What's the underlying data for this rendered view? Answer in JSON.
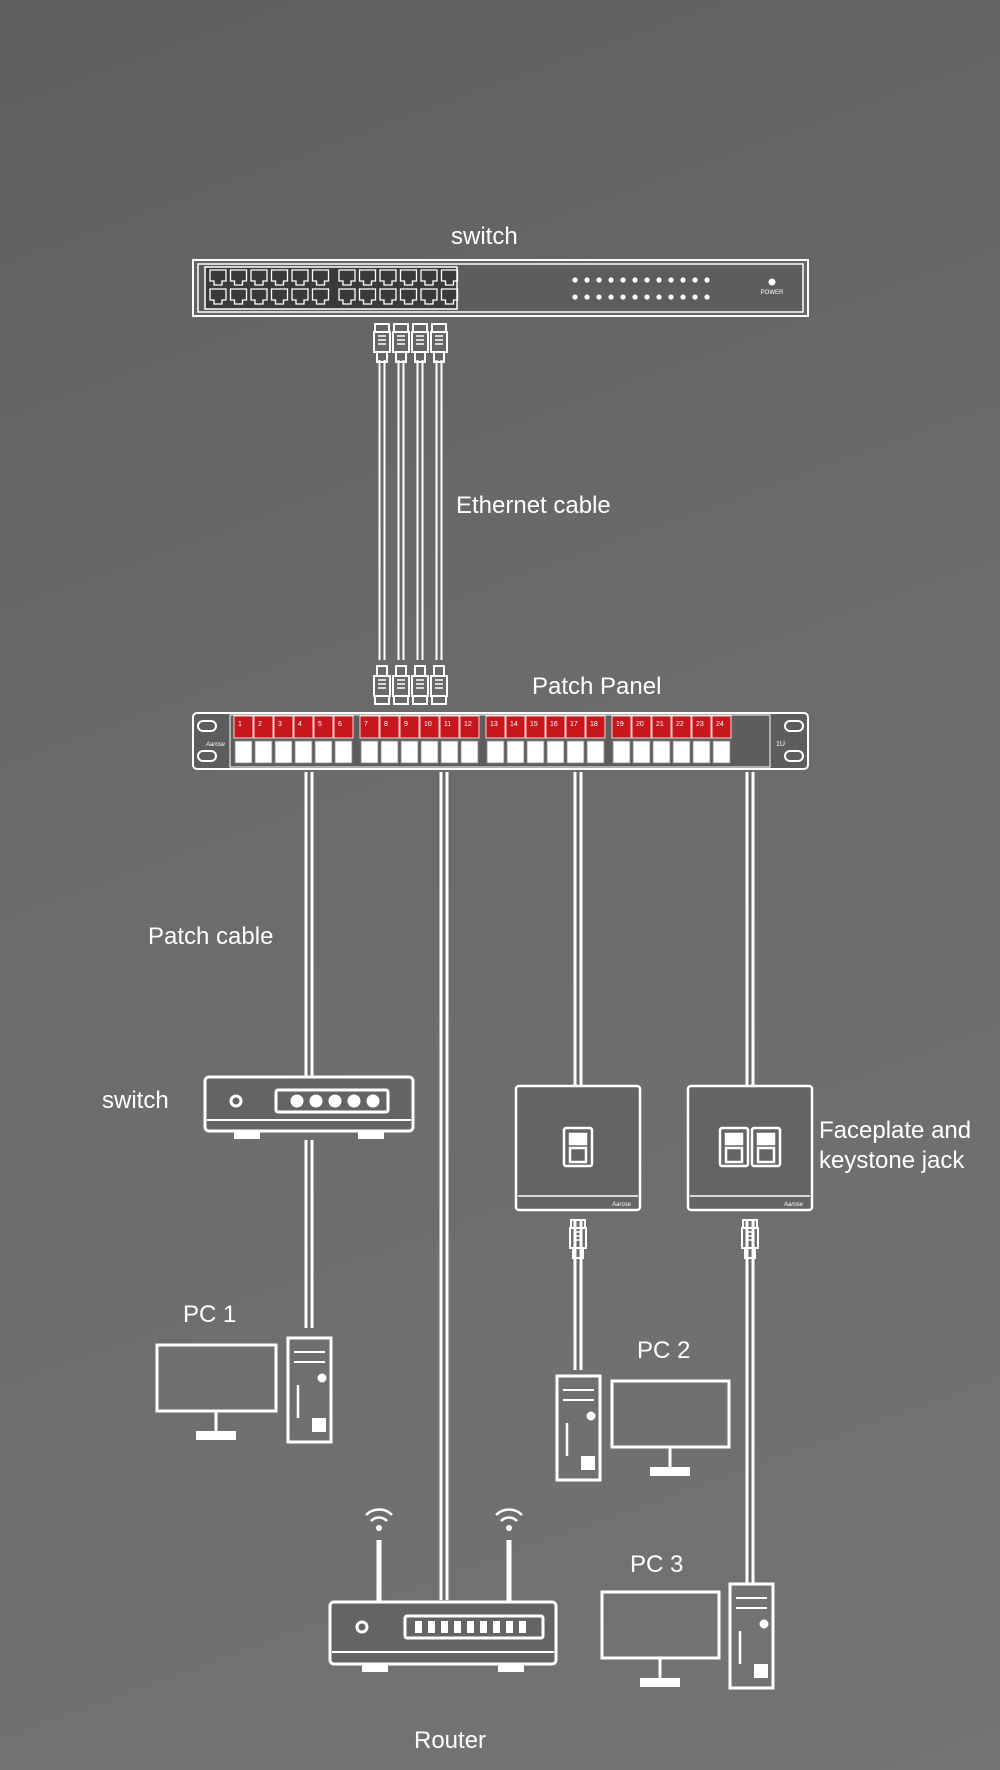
{
  "labels": {
    "top_switch": "switch",
    "ethernet_cable": "Ethernet cable",
    "patch_panel": "Patch Panel",
    "patch_cable": "Patch cable",
    "small_switch": "switch",
    "faceplate": "Faceplate and\nkeystone jack",
    "pc1": "PC 1",
    "pc2": "PC 2",
    "pc3": "PC 3",
    "router": "Router"
  },
  "switch_power_label": "POWER",
  "brand": "Aarose",
  "panel_ports": [
    "1",
    "2",
    "3",
    "4",
    "5",
    "6",
    "7",
    "8",
    "9",
    "10",
    "11",
    "12",
    "13",
    "14",
    "15",
    "16",
    "17",
    "18",
    "19",
    "20",
    "21",
    "22",
    "23",
    "24"
  ],
  "panel_unit_label": "1U",
  "colors": {
    "background": "#666666",
    "line": "#ffffff",
    "port_red": "#c8161d"
  }
}
